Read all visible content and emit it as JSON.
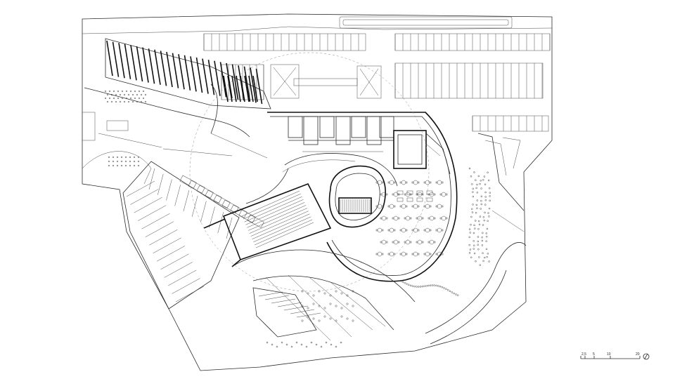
{
  "drawing": {
    "type": "architectural site and ground floor plan",
    "stroke_color": "#2b2b2b",
    "background": "#ffffff"
  },
  "scale_bar": {
    "ticks": [
      "2,5",
      "5",
      "10",
      "20"
    ]
  },
  "icons": {
    "north_arrow": "north-arrow-icon"
  }
}
